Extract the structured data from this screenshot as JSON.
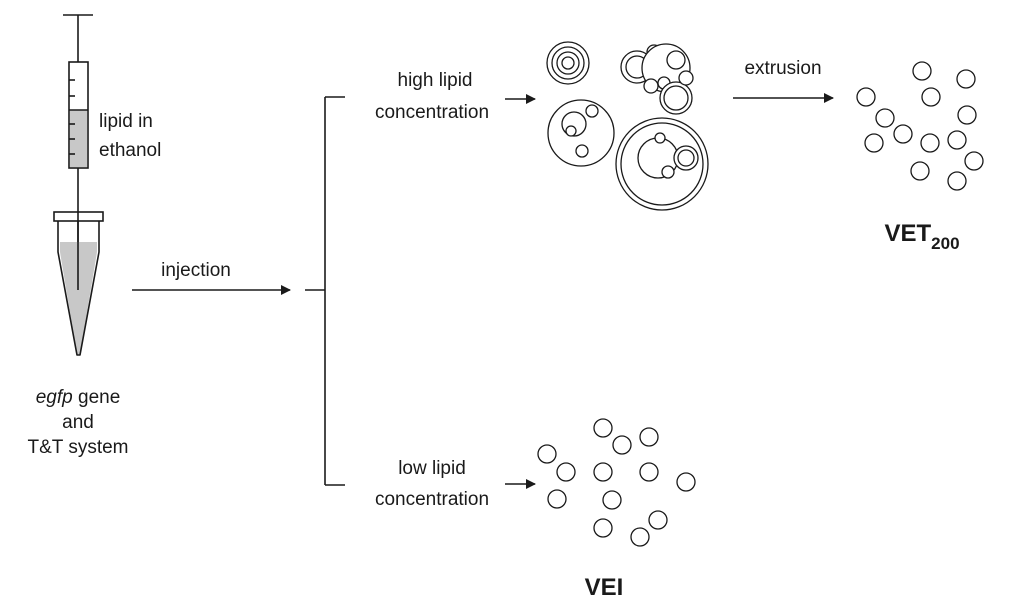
{
  "labels": {
    "syringe": [
      "lipid in",
      "ethanol"
    ],
    "tube_italic": "egfp",
    "tube_rest": " gene",
    "tube_line2": "and",
    "tube_line3": "T&T system",
    "injection": "injection",
    "high": [
      "high lipid",
      "concentration"
    ],
    "low": [
      "low lipid",
      "concentration"
    ],
    "extrusion": "extrusion",
    "vet_main": "VET",
    "vet_sub": "200",
    "vei": "VEI"
  },
  "colors": {
    "ink": "#1a1a1a",
    "fill_gray": "#c8c8c8"
  }
}
